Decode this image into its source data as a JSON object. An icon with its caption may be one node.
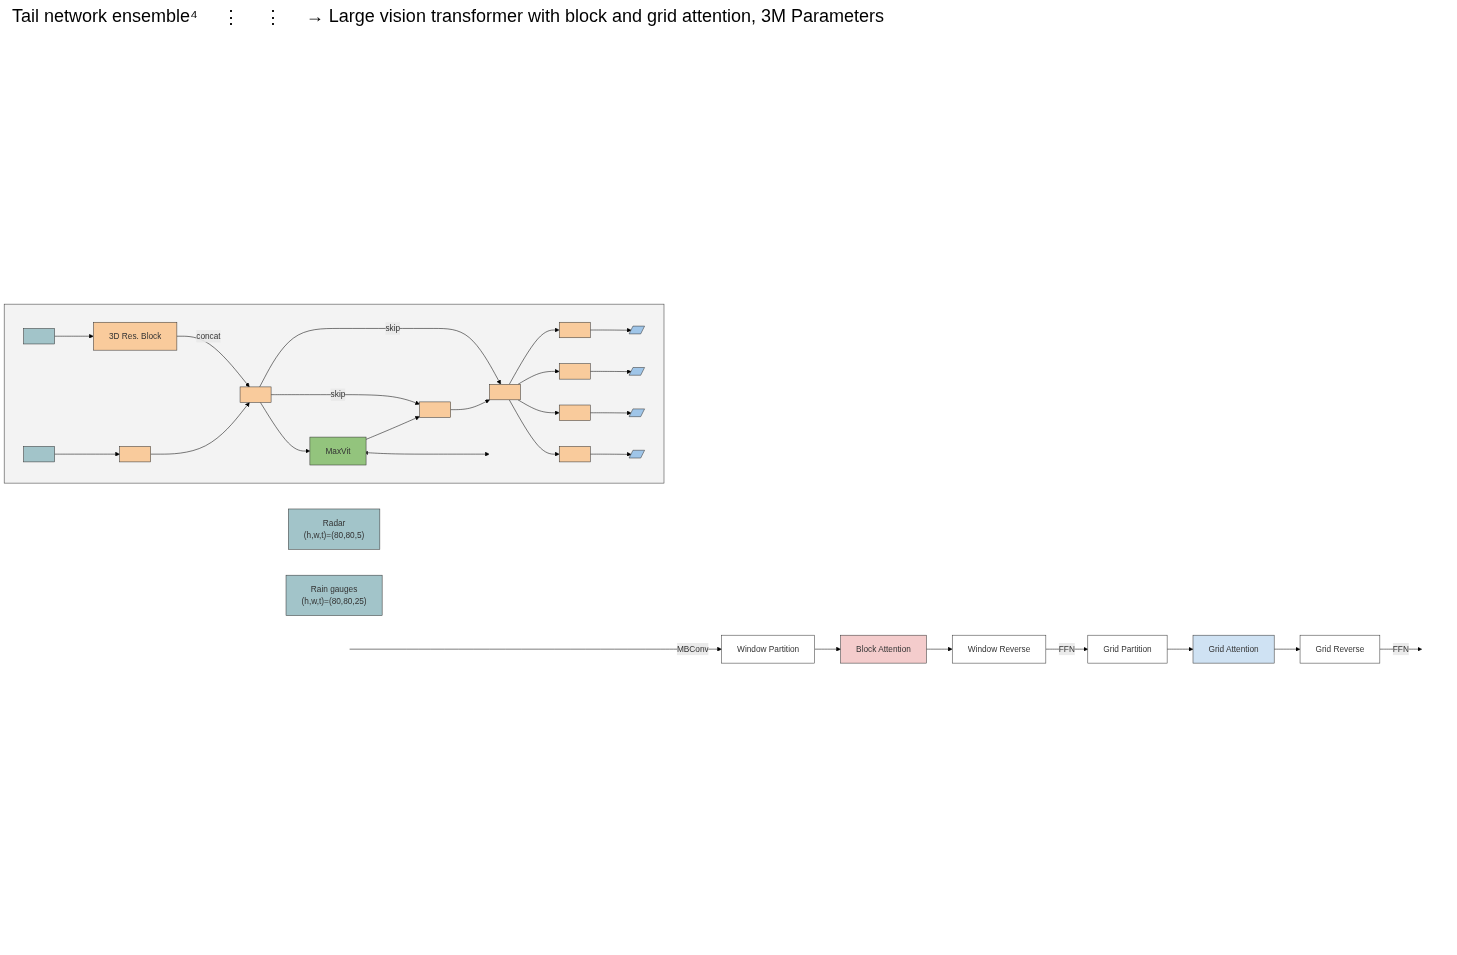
{
  "diagram": {
    "nodes": [
      {
        "text": [
          "Window Partition"
        ]
      },
      {
        "text": [
          "Block Attention"
        ]
      },
      {
        "text": [
          "Window Reverse"
        ]
      },
      {
        "text": [
          "Grid Partition"
        ]
      },
      {
        "text": [
          "Grid Attention"
        ]
      },
      {
        "text": [
          "Grid Reverse"
        ]
      },
      {
        "text": [],
        "shape": "box"
      },
      {
        "text": [
          "Radar",
          "(h,w,t)=(80,80,5)"
        ]
      },
      {
        "text": [
          "Rain gauges",
          "(h,w,t)=(80,80,25)"
        ]
      },
      {
        "text": [],
        "shape": "bar",
        "in": 6
      },
      {
        "text": [
          "3D Res. Block"
        ],
        "in": 6
      },
      {
        "text": [],
        "shape": "bar",
        "in": 6
      },
      {
        "text": [],
        "shape": "box",
        "in": 6
      },
      {
        "text": [],
        "shape": "box",
        "in": 6
      },
      {
        "text": [
          "MaxVit"
        ],
        "in": 6
      },
      {
        "text": [],
        "shape": "box",
        "in": 6
      },
      {
        "text": [],
        "shape": "box",
        "in": 6
      },
      {
        "text": [],
        "shape": "box",
        "in": 6
      },
      {
        "text": [],
        "shape": "box",
        "in": 6
      },
      {
        "text": [],
        "shape": "box",
        "in": 6
      },
      {
        "text": [],
        "shape": "box",
        "in": 6
      },
      {
        "text": [],
        "shape": "parallelogram",
        "in": 6
      },
      {
        "text": [],
        "shape": "parallelogram",
        "in": 6
      },
      {
        "text": [],
        "shape": "parallelogram",
        "in": 6
      },
      {
        "text": [],
        "shape": "parallelogram",
        "in": 6
      }
    ],
    "edges": [
      {
        "from": null,
        "to": 0,
        "arrow": "to",
        "label": "MBConv"
      },
      {
        "from": 0,
        "to": 1,
        "arrow": "to"
      },
      {
        "from": 1,
        "to": 2,
        "arrow": "to"
      },
      {
        "from": 2,
        "to": 3,
        "arrow": "to",
        "label": "FFN"
      },
      {
        "from": 3,
        "to": 4,
        "arrow": "to"
      },
      {
        "from": 4,
        "to": 5,
        "arrow": "to"
      },
      {
        "from": 5,
        "to": null,
        "arrow": "to",
        "label": "FFN"
      },
      {
        "from": 9,
        "to": 10,
        "arrow": "to"
      },
      {
        "from": 11,
        "to": 12,
        "arrow": "to"
      },
      {
        "from": 10,
        "to": 13,
        "arrow": "to",
        "label": "concat"
      },
      {
        "from": 12,
        "to": 13,
        "arrow": "to"
      },
      {
        "from": 13,
        "to": 16,
        "arrow": "to",
        "label": "skip"
      },
      {
        "from": 13,
        "to": 14,
        "arrow": "to"
      },
      {
        "from": 13,
        "to": 15,
        "arrow": "to",
        "label": "skip"
      },
      {
        "from": 14,
        "to": 15,
        "arrow": "to"
      },
      {
        "from": 14,
        "to": null,
        "arrow": "both"
      },
      {
        "from": 15,
        "to": 16,
        "arrow": "to"
      },
      {
        "from": 16,
        "to": 17,
        "arrow": "to"
      },
      {
        "from": 16,
        "to": 18,
        "arrow": "to"
      },
      {
        "from": 16,
        "to": 19,
        "arrow": "to"
      },
      {
        "from": 16,
        "to": 20,
        "arrow": "to"
      },
      {
        "from": 17,
        "to": 21,
        "arrow": "to"
      },
      {
        "from": 18,
        "to": 22,
        "arrow": "to"
      },
      {
        "from": 19,
        "to": 23,
        "arrow": "to"
      },
      {
        "from": 20,
        "to": 24,
        "arrow": "to"
      }
    ],
    "labels": [
      "Tail network ensemble⁴",
      "⋮",
      "⋮",
      "→ Large vision transformer with block and grid attention, 3M Parameters"
    ]
  }
}
